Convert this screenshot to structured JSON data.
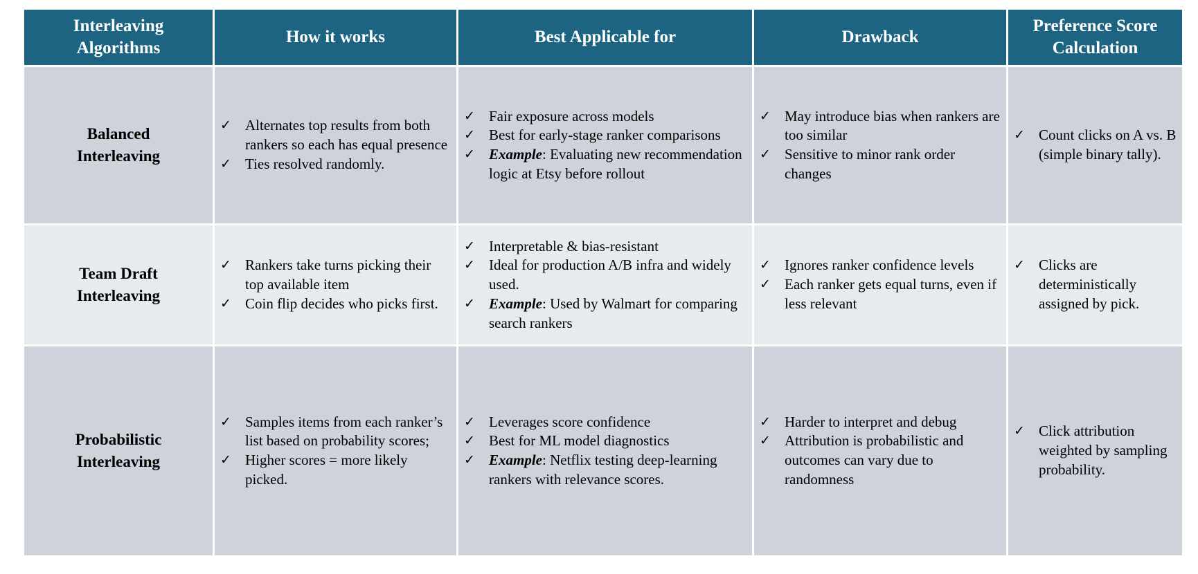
{
  "check_icon": "✓",
  "colors": {
    "header_bg": "#1c6482",
    "header_text": "#ffffff",
    "row_shade_dark": "#ced2da",
    "row_shade_light": "#e8ebee",
    "body_text": "#000000"
  },
  "table": {
    "columns": [
      "Interleaving Algorithms",
      "How it works",
      "Best Applicable for",
      "Drawback",
      "Preference Score Calculation"
    ],
    "rows": [
      {
        "algorithm": "Balanced Interleaving",
        "how_it_works": [
          "Alternates top results from both rankers so each has equal presence",
          "Ties resolved randomly."
        ],
        "best_applicable_for": [
          "Fair exposure across models",
          "Best for early-stage ranker comparisons",
          {
            "em": "Example",
            "text": ": Evaluating new recommendation logic at Etsy before rollout"
          }
        ],
        "drawback": [
          "May introduce bias when rankers are too similar",
          "Sensitive to minor rank order changes"
        ],
        "preference_score_calculation": [
          "Count clicks on A vs. B (simple binary tally)."
        ]
      },
      {
        "algorithm": "Team Draft Interleaving",
        "how_it_works": [
          "Rankers take turns picking their top available item",
          "Coin flip decides who picks first."
        ],
        "best_applicable_for": [
          "Interpretable & bias-resistant",
          "Ideal for production A/B infra and widely used.",
          {
            "em": "Example",
            "text": ": Used by Walmart for comparing search rankers"
          }
        ],
        "drawback": [
          "Ignores ranker confidence levels",
          "Each ranker gets equal turns, even if less relevant"
        ],
        "preference_score_calculation": [
          "Clicks are deterministically assigned by pick."
        ]
      },
      {
        "algorithm": "Probabilistic Interleaving",
        "how_it_works": [
          "Samples items from each ranker’s list based on probability scores;",
          "Higher scores = more likely picked."
        ],
        "best_applicable_for": [
          "Leverages score confidence",
          "Best for ML model diagnostics",
          {
            "em": "Example",
            "text": ": Netflix testing deep-learning rankers with relevance scores."
          }
        ],
        "drawback": [
          "Harder to interpret and debug",
          "Attribution is probabilistic and outcomes can vary due to randomness"
        ],
        "preference_score_calculation": [
          "Click attribution weighted by sampling probability."
        ]
      }
    ]
  }
}
